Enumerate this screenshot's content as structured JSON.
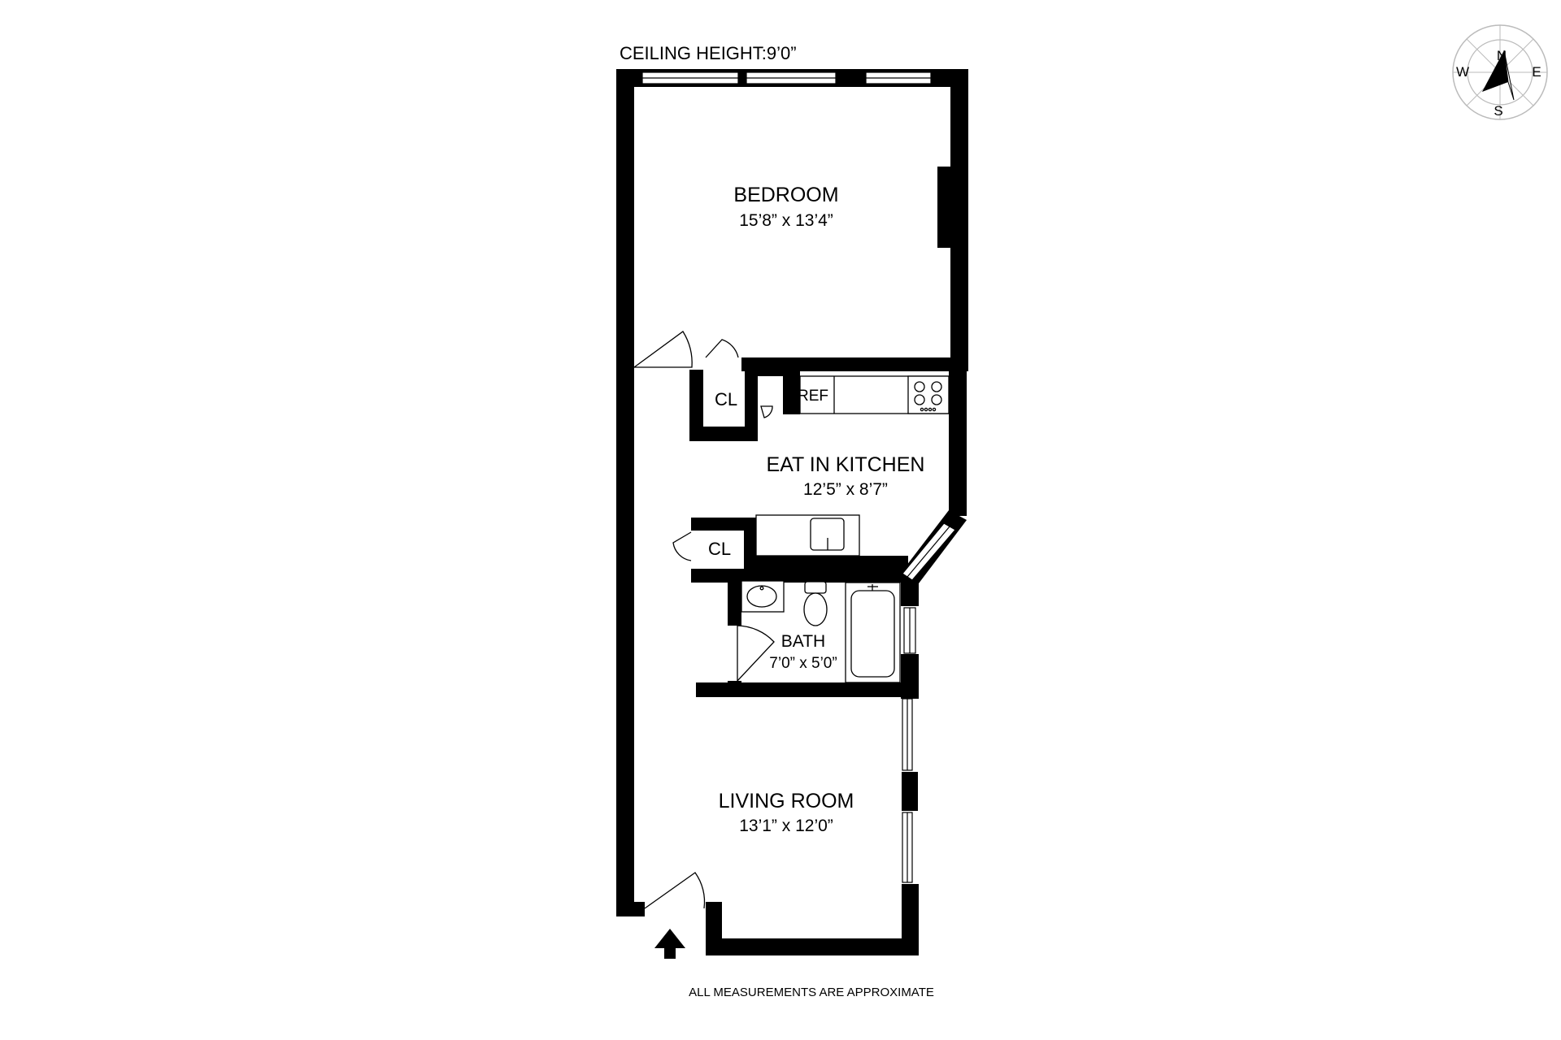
{
  "header": {
    "ceiling_height": "CEILING HEIGHT:9’0”"
  },
  "rooms": {
    "bedroom": {
      "name": "BEDROOM",
      "dimensions": "15’8” x 13’4”"
    },
    "kitchen": {
      "name": "EAT IN KITCHEN",
      "dimensions": "12’5” x 8’7”"
    },
    "bath": {
      "name": "BATH",
      "dimensions": "7’0” x 5’0”"
    },
    "living": {
      "name": "LIVING ROOM",
      "dimensions": "13’1” x 12’0”"
    }
  },
  "closets": {
    "upper": "CL",
    "lower": "CL"
  },
  "appliances": {
    "refrigerator": "REF"
  },
  "compass": {
    "north": "N",
    "east": "E",
    "south": "S",
    "west": "W"
  },
  "footer": {
    "note": "ALL MEASUREMENTS ARE APPROXIMATE"
  },
  "icons": {
    "entry": "arrow-up-icon",
    "compass": "compass-rose-icon",
    "stove": "stove-icon",
    "sink": "sink-icon",
    "toilet": "toilet-icon",
    "bathtub": "bathtub-icon"
  },
  "colors": {
    "wall": "#000000",
    "background": "#ffffff",
    "compass_ring": "#bbbbbb"
  }
}
